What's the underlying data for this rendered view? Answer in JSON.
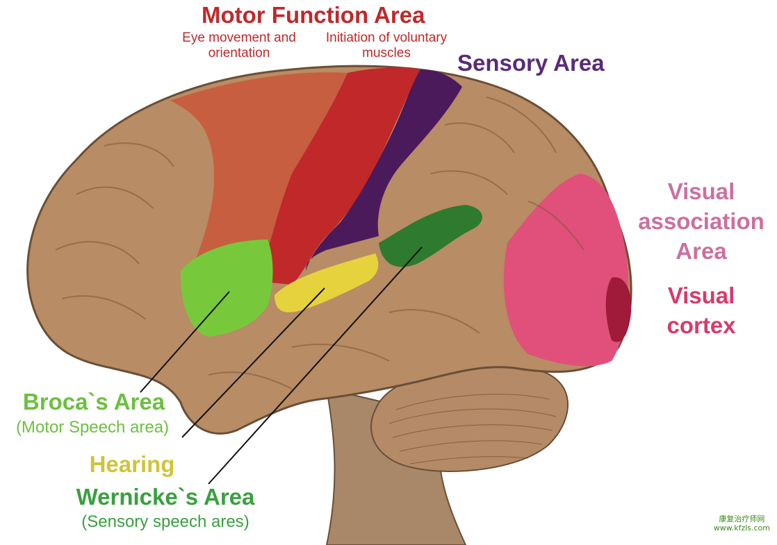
{
  "labels": {
    "motor_title": "Motor Function Area",
    "eye_movement": [
      "Eye movement and",
      "orientation"
    ],
    "voluntary": [
      "Initiation of voluntary",
      "muscles"
    ],
    "sensory": "Sensory Area",
    "visual_assoc": [
      "Visual",
      "association",
      "Area"
    ],
    "visual_cortex": [
      "Visual",
      "cortex"
    ],
    "broca_title": "Broca`s Area",
    "broca_sub": "(Motor Speech area)",
    "hearing": "Hearing",
    "wernicke_title": "Wernicke`s Area",
    "wernicke_sub": "(Sensory speech ares)"
  },
  "watermark": {
    "line1": "康复治疗师网",
    "line2": "www.kfzls.com"
  },
  "colors": {
    "brain": "#b88c64",
    "brain_dark": "#8a6440",
    "motor_orange": "#c85a3c",
    "motor_red": "#c0282a",
    "sensory": "#4a1a5a",
    "broca": "#78c83c",
    "hearing": "#e6d23c",
    "wernicke": "#2e7a2e",
    "visual_assoc": "#e0507a",
    "visual_cortex": "#a01a3a",
    "cerebellum": "#b58a66",
    "stem": "#a88868",
    "motor_text": "#c0282a",
    "sensory_text": "#5a2a7a",
    "visual_assoc_text": "#cc6fa0",
    "visual_cortex_text": "#d83a6a",
    "broca_text": "#6cc040",
    "hearing_text": "#cfc43a",
    "wernicke_text": "#3aa040"
  }
}
